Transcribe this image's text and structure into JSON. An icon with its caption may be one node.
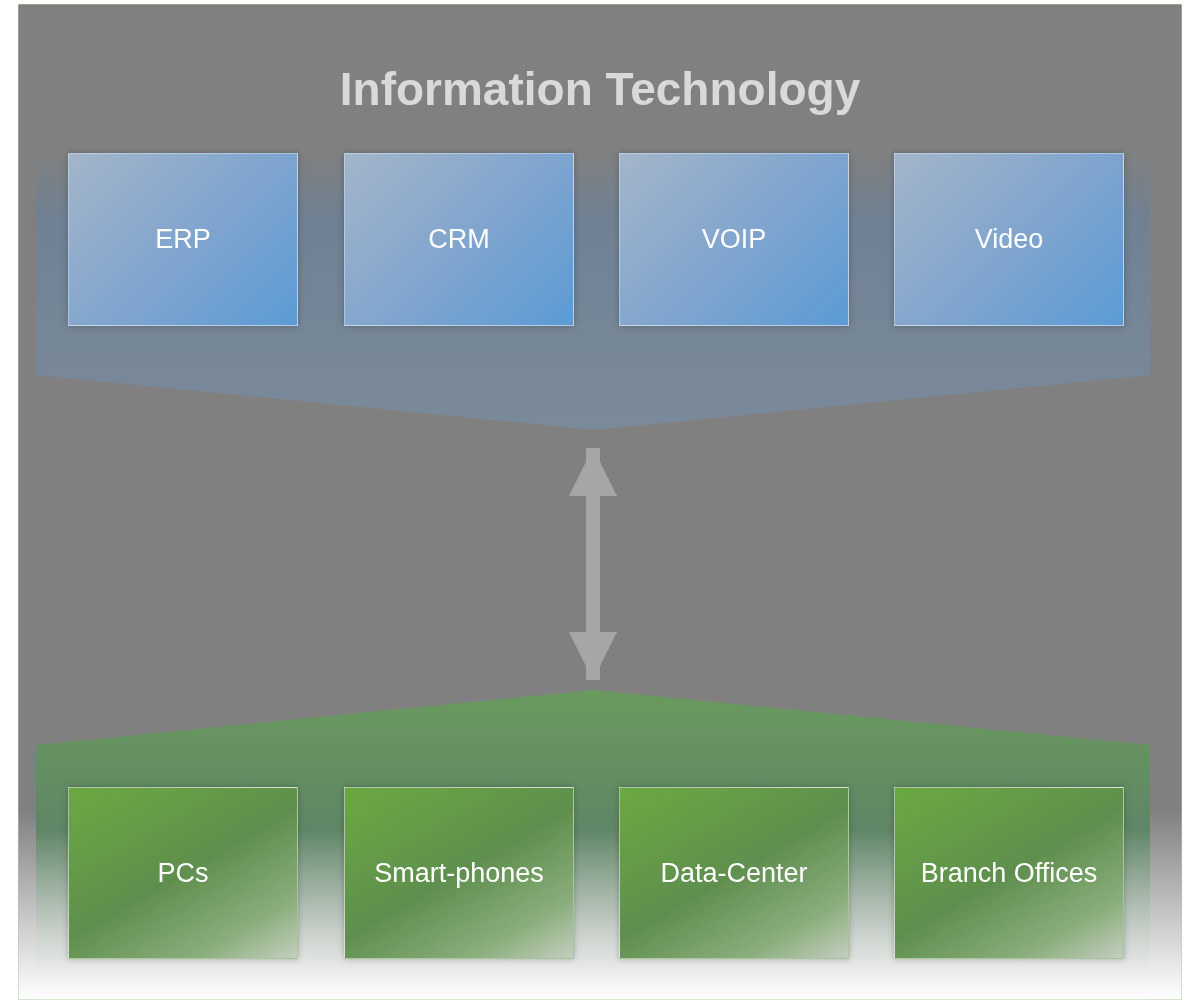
{
  "diagram": {
    "title": "Information Technology",
    "nodes": [
      {
        "text": [],
        "shape": "box"
      },
      {
        "text": [],
        "shape": "band",
        "in": 0
      },
      {
        "text": [
          "ERP"
        ],
        "in": 1
      },
      {
        "text": [
          "CRM"
        ],
        "in": 1
      },
      {
        "text": [
          "VOIP"
        ],
        "in": 1
      },
      {
        "text": [
          "Video"
        ],
        "in": 1
      },
      {
        "text": [],
        "shape": "band",
        "in": 0
      },
      {
        "text": [
          "PCs"
        ],
        "in": 6
      },
      {
        "text": [
          "Smart-phones"
        ],
        "in": 6
      },
      {
        "text": [
          "Data-Center"
        ],
        "in": 6
      },
      {
        "text": [
          "Branch Offices"
        ],
        "in": 6
      }
    ],
    "edges": [
      {
        "from": 1,
        "to": 6,
        "arrow": "both"
      }
    ]
  }
}
